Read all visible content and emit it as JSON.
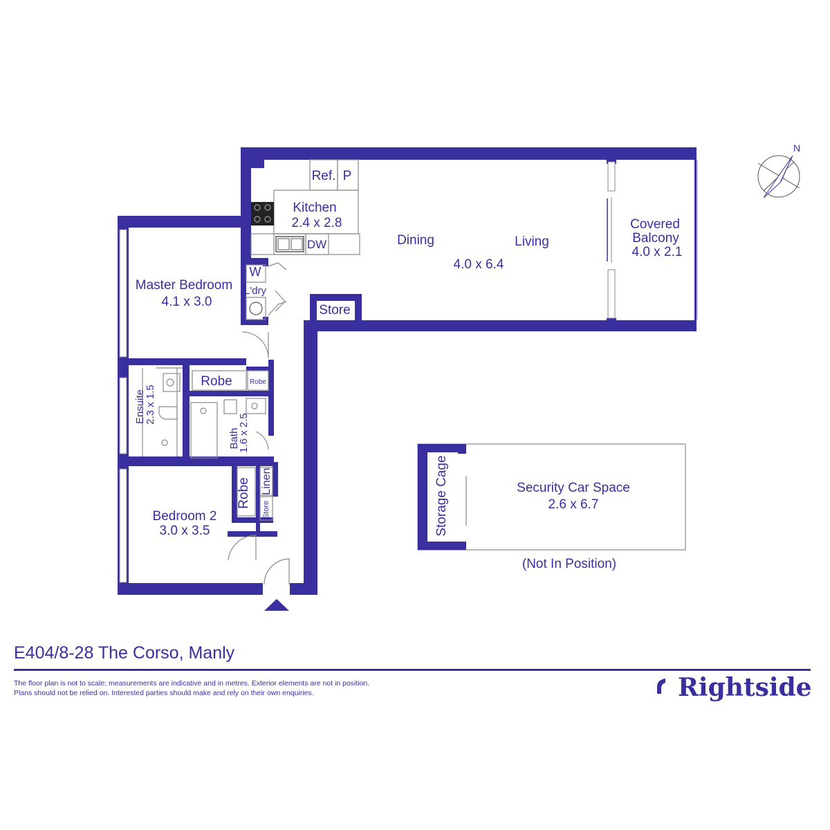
{
  "address": "E404/8-28 The Corso, Manly",
  "disclaimer": {
    "line1": "The floor plan is not to scale; measurements are indicative and in metres. Exterior elements are not in position.",
    "line2": "Plans should not be relied on. Interested parties should make and rely on their own enquiries."
  },
  "brand": {
    "name": "Rightside",
    "icon": "rightside-logo-mark"
  },
  "compass": {
    "north_label": "N",
    "icon": "compass-north-arrow-icon"
  },
  "colors": {
    "wall": "#3a2f9e",
    "text": "#3a2f9e",
    "fixture": "#8a8a8a",
    "background": "#ffffff"
  },
  "rooms": {
    "kitchen": {
      "name": "Kitchen",
      "size": "2.4 x 2.8"
    },
    "dining": {
      "name": "Dining"
    },
    "living": {
      "name": "Living",
      "size": "4.0 x 6.4"
    },
    "balcony": {
      "name1": "Covered",
      "name2": "Balcony",
      "size": "4.0 x 2.1"
    },
    "master": {
      "name": "Master Bedroom",
      "size": "4.1 x 3.0"
    },
    "ensuite": {
      "name": "Ensuite",
      "size": "2.3 x 1.5"
    },
    "bath": {
      "name": "Bath",
      "size": "1.6 x 2.5"
    },
    "bedroom2": {
      "name": "Bedroom 2",
      "size": "3.0 x 3.5"
    },
    "store_main": "Store",
    "robe_master": "Robe",
    "robe_small": "Robe",
    "robe_bed2": "Robe",
    "linen": "Linen",
    "store_small": "Store",
    "laundry": "L'dry",
    "washer": "W",
    "fridge": "Ref.",
    "pantry": "P",
    "dishwasher": "DW"
  },
  "car_space": {
    "storage": "Storage Cage",
    "name": "Security Car Space",
    "size": "2.6 x 6.7",
    "note": "(Not In Position)"
  }
}
